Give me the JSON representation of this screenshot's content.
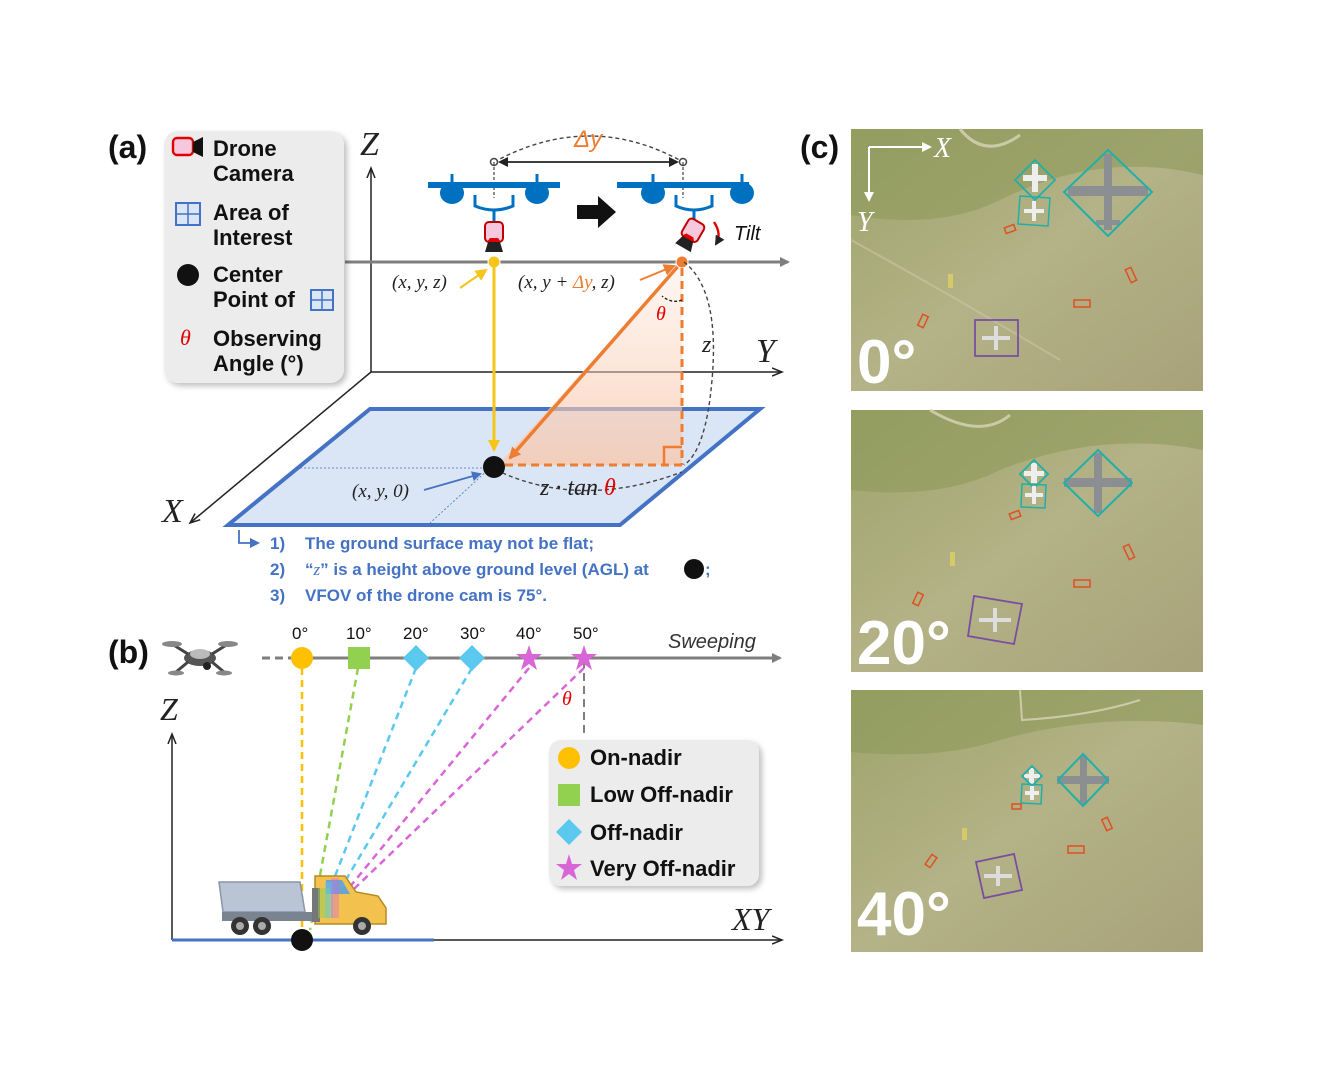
{
  "panel_a": {
    "tag": "(a)",
    "legend": [
      {
        "icon": "drone-camera-icon",
        "line1": "Drone",
        "line2": "Camera"
      },
      {
        "icon": "area-of-interest-icon",
        "line1": "Area of",
        "line2": "Interest"
      },
      {
        "icon": "center-point-icon",
        "line1": "Center",
        "line2": "Point of"
      },
      {
        "icon": "observing-angle-icon",
        "symbol": "θ",
        "line1": "Observing",
        "line2": "Angle (°)"
      }
    ],
    "axis_z": "Z",
    "axis_y": "Y",
    "axis_x": "X",
    "delta_y": "Δy",
    "tilt": "Tilt",
    "coord_drone1": "(x, y, z)",
    "coord_drone2_pre": "(x, y + ",
    "coord_drone2_dy": "Δy",
    "coord_drone2_post": ", z)",
    "coord_ground": "(x, y, 0)",
    "theta": "θ",
    "z_label": "z",
    "ground_dist_pre": "z · tan ",
    "ground_dist_theta": "θ",
    "notes": [
      {
        "num": "1)",
        "text": "The ground surface may not be flat;"
      },
      {
        "num": "2)",
        "text_pre": "“",
        "text_z": "z",
        "text_post": "” is a height above ground level (AGL) at ",
        "text_end": ";"
      },
      {
        "num": "3)",
        "text": "VFOV of the drone cam is 75°."
      }
    ]
  },
  "panel_b": {
    "tag": "(b)",
    "angles": [
      "0°",
      "10°",
      "20°",
      "30°",
      "40°",
      "50°"
    ],
    "sweeping": "Sweeping",
    "axis_z": "Z",
    "axis_xy": "XY",
    "theta": "θ",
    "legend": [
      {
        "label": "On-nadir",
        "color": "#ffc000",
        "shape": "circle"
      },
      {
        "label": "Low Off-nadir",
        "color": "#92d050",
        "shape": "square"
      },
      {
        "label": "Off-nadir",
        "color": "#5bc8f0",
        "shape": "diamond"
      },
      {
        "label": "Very Off-nadir",
        "color": "#d966d6",
        "shape": "star"
      }
    ]
  },
  "panel_c": {
    "tag": "(c)",
    "axis_x": "X",
    "axis_y": "Y",
    "images": [
      {
        "label": "0°"
      },
      {
        "label": "20°"
      },
      {
        "label": "40°"
      }
    ]
  },
  "colors": {
    "drone_blue": "#0070c0",
    "yellow_ray": "#f5c518",
    "orange_ray": "#ed7d31",
    "area_blue": "#4472c4",
    "area_fill": "#dae6f5",
    "note_blue": "#4472c4",
    "red_accent": "#e00000",
    "aerial_grass": "#a8a87a"
  }
}
